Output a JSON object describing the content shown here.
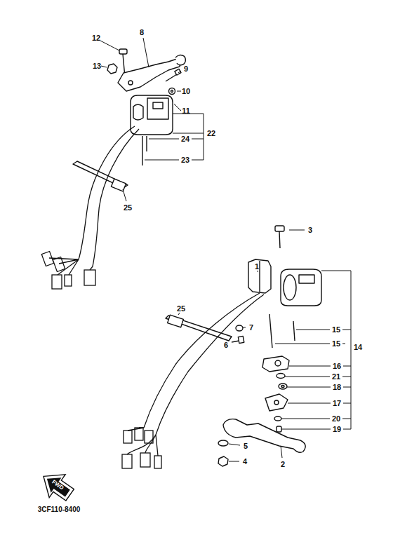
{
  "diagram": {
    "labels": [
      "12",
      "8",
      "13",
      "9",
      "10",
      "11",
      "22",
      "24",
      "23",
      "25",
      "3",
      "1",
      "15",
      "15",
      "14",
      "16",
      "21",
      "18",
      "17",
      "20",
      "19",
      "5",
      "4",
      "2",
      "25",
      "7",
      "6",
      "FWD",
      "3CF110-8400"
    ]
  }
}
